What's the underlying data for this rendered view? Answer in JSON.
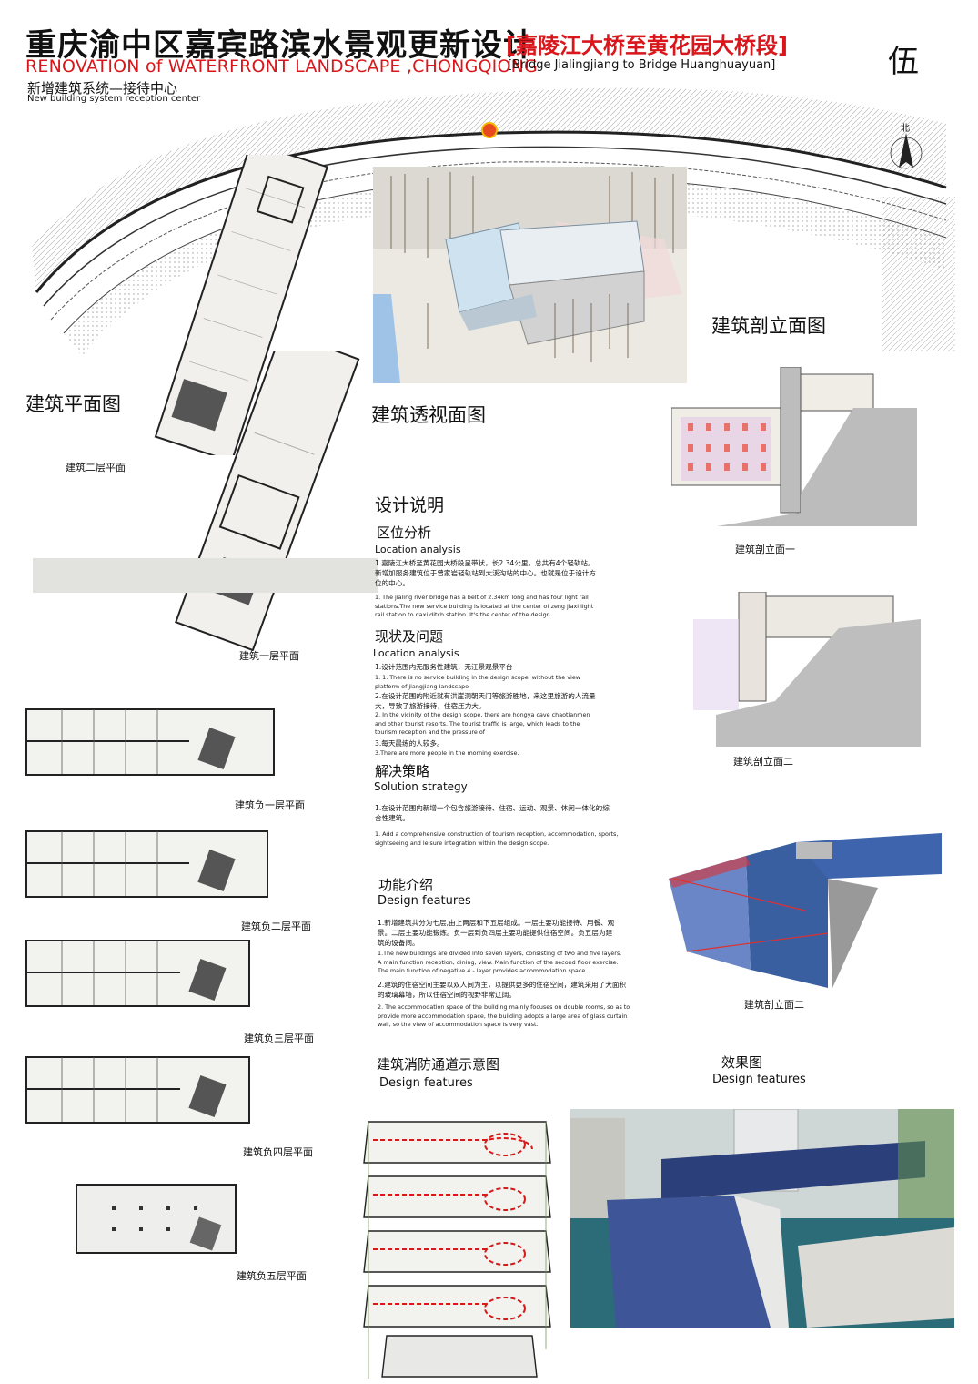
{
  "header": {
    "title_cn": "重庆渝中区嘉宾路滨水景观更新设计",
    "title_cn_section": "[嘉陵江大桥至黄花园大桥段]",
    "title_en": "RENOVATION of WATERFRONT LANDSCAPE ,CHONGQIONG",
    "title_en_section": "[Bridge Jialingjiang to  Bridge Huanghuayuan]",
    "page_number": "伍",
    "subtitle_cn": "新增建筑系统—接待中心",
    "subtitle_en": "New building system reception center"
  },
  "compass": {
    "label": "北"
  },
  "labels": {
    "floor_plans": "建筑平面图",
    "perspective": "建筑透视面图",
    "section_elevation": "建筑剖立面图",
    "plan_2f": "建筑二层平面",
    "plan_1f": "建筑一层平面",
    "plan_b1": "建筑负一层平面",
    "plan_b2": "建筑负二层平面",
    "plan_b3": "建筑负三层平面",
    "plan_b4": "建筑负四层平面",
    "plan_b5": "建筑负五层平面",
    "section_1": "建筑剖立面一",
    "section_2": "建筑剖立面二",
    "section_3": "建筑剖立面二",
    "fire_title": "建筑消防通道示意图",
    "fire_sub": "Design features",
    "render_title": "效果图",
    "render_sub": "Design features"
  },
  "design": {
    "title": "设计说明",
    "location": {
      "h_cn": "区位分析",
      "h_en": "Location analysis",
      "cn": "1.嘉陵江大桥至黄花园大桥段呈带状，长2.34公里，总共有4个轻轨站。新增加服务建筑位于曾家岩轻轨站到大溪沟站的中心。也就是位于设计方位的中心。",
      "en": "1. The jialing river bridge has a belt of 2.34km long and has four light rail stations.The new service building is located at the center of zeng jiaxi light rail station to daxi ditch station. It's the center of the design."
    },
    "problems": {
      "h_cn": "现状及问题",
      "h_en": "Location analysis",
      "cn1": "1.设计范围内无服务性建筑，无江景观景平台",
      "en1": "1. 1. There is no service building in the design scope, without the view platform of jiangjiang landscape",
      "cn2": "2.在设计范围的附近就有洪崖洞朝天门等旅游胜地，来这里旅游的人流量大，导致了旅游接待，住宿压力大。",
      "en2": "2. In the vicinity of the design scope, there are hongya cave chaotianmen and other tourist resorts. The tourist traffic is large, which leads to the tourism reception and the pressure of",
      "cn3": "3.每天晨练的人较多。",
      "en3": "3.There are more people in the morning exercise."
    },
    "strategy": {
      "h_cn": "解决策略",
      "h_en": "Solution strategy",
      "cn": "1.在设计范围内新增一个包含旅游接待、住宿、运动、观景、休闲一体化的综合性建筑。",
      "en": "1. Add a comprehensive construction of tourism reception, accommodation, sports, sightseeing and leisure integration within the design scope."
    },
    "features": {
      "h_cn": "功能介绍",
      "h_en": "Design features",
      "cn1": "1.新增建筑共分为七层,由上两层和下五层组成。一层主要功能接待、用餐、观景。二层主要功能锻炼。负一层到负四层主要功能提供住宿空间。负五层为建筑的设备间。",
      "en1": "1.The new buildings are divided into seven layers, consisting of two and five layers. A main function reception, dining, view. Main function of the second floor exercise. The main function of negative 4 - layer provides accommodation space.",
      "cn2": "2.建筑的住宿空间主要以双人间为主，以提供更多的住宿空间，建筑采用了大面积的玻璃幕墙，所以住宿空间的视野非常辽阔。",
      "en2": "2. The accommodation space of the building mainly focuses on double rooms, so as to provide more accommodation space, the building adopts a large area of glass curtain wall, so the view of accommodation space is very vast."
    }
  }
}
